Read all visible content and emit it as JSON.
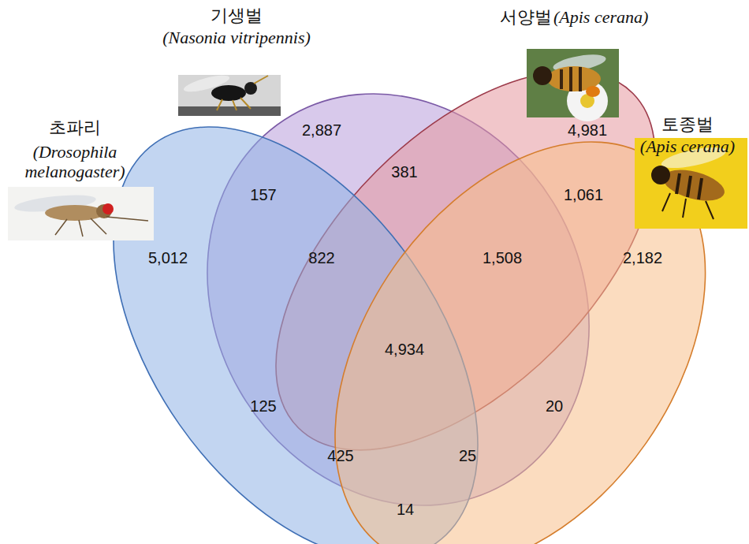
{
  "diagram": {
    "nodes": [
      {
        "text": [
          "기생벌",
          "(Nasonia vitripennis)"
        ]
      },
      {
        "text": [
          "서양벌",
          "(Apis cerana)"
        ]
      },
      {
        "text": [
          "초파리",
          "(Drosophila melanogaster)"
        ]
      },
      {
        "text": [
          "토종벌",
          "(Apis cerana)"
        ]
      }
    ],
    "labels": [
      "2,887",
      "4,981",
      "381",
      "1,061",
      "157",
      "5,012",
      "822",
      "1,508",
      "2,182",
      "4,934",
      "125",
      "20",
      "425",
      "25",
      "14"
    ]
  }
}
